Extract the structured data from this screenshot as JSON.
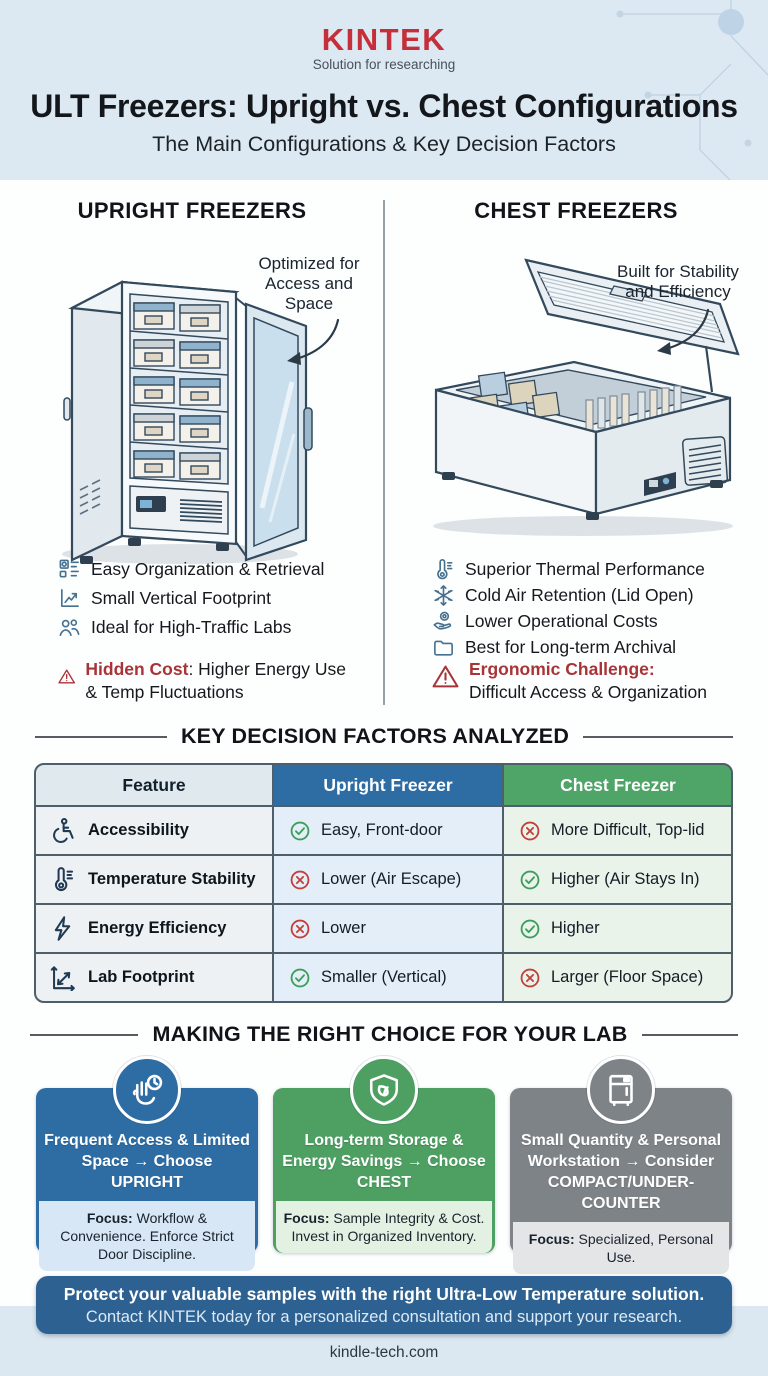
{
  "header": {
    "logo": "KINTEK",
    "tagline": "Solution for researching",
    "title": "ULT Freezers: Upright vs. Chest Configurations",
    "subtitle": "The Main Configurations & Key Decision Factors"
  },
  "upright": {
    "heading": "UPRIGHT FREEZERS",
    "annotation": "Optimized for Access and Space",
    "features": [
      {
        "icon": "organization-icon",
        "label": "Easy Organization & Retrieval"
      },
      {
        "icon": "footprint-chart-icon",
        "label": "Small Vertical Footprint"
      },
      {
        "icon": "people-icon",
        "label": "Ideal for High-Traffic Labs"
      }
    ],
    "warning_label": "Hidden Cost",
    "warning_text": ": Higher Energy Use & Temp Fluctuations"
  },
  "chest": {
    "heading": "CHEST FREEZERS",
    "annotation": "Built for Stability and Efficiency",
    "features": [
      {
        "icon": "thermometer-icon",
        "label": "Superior Thermal Performance"
      },
      {
        "icon": "snowflake-icon",
        "label": "Cold Air Retention (Lid Open)"
      },
      {
        "icon": "hand-coin-icon",
        "label": "Lower Operational Costs"
      },
      {
        "icon": "folder-icon",
        "label": "Best for Long-term Archival"
      }
    ],
    "warning_label": "Ergonomic Challenge:",
    "warning_text": "Difficult Access & Organization"
  },
  "table": {
    "heading": "KEY DECISION FACTORS ANALYZED",
    "columns": [
      "Feature",
      "Upright Freezer",
      "Chest Freezer"
    ],
    "header_colors": {
      "upright": "#2e6da4",
      "chest": "#4fa467"
    },
    "rows": [
      {
        "icon": "wheelchair-icon",
        "feature": "Accessibility",
        "upright": {
          "status": "good",
          "text": "Easy, Front-door"
        },
        "chest": {
          "status": "bad",
          "text": "More Difficult, Top-lid"
        }
      },
      {
        "icon": "thermometer-icon",
        "feature": "Temperature Stability",
        "upright": {
          "status": "bad",
          "text": "Lower (Air Escape)"
        },
        "chest": {
          "status": "good",
          "text": "Higher (Air Stays In)"
        }
      },
      {
        "icon": "lightning-icon",
        "feature": "Energy Efficiency",
        "upright": {
          "status": "bad",
          "text": "Lower"
        },
        "chest": {
          "status": "good",
          "text": "Higher"
        }
      },
      {
        "icon": "axes-arrows-icon",
        "feature": "Lab Footprint",
        "upright": {
          "status": "good",
          "text": "Smaller (Vertical)"
        },
        "chest": {
          "status": "bad",
          "text": "Larger (Floor Space)"
        }
      }
    ]
  },
  "choice": {
    "heading": "MAKING THE RIGHT CHOICE FOR YOUR LAB",
    "cards": [
      {
        "icon": "hand-clock-icon",
        "color": "#2e6da4",
        "footer_bg": "#d7e7f5",
        "title": "Frequent Access & Limited Space → Choose UPRIGHT",
        "focus_label": "Focus:",
        "focus_text": " Workflow & Convenience. Enforce Strict Door Discipline."
      },
      {
        "icon": "shield-leaf-icon",
        "color": "#4d9f62",
        "footer_bg": "#e3f1e3",
        "title": "Long-term Storage & Energy Savings → Choose CHEST",
        "focus_label": "Focus:",
        "focus_text": " Sample Integrity & Cost. Invest in Organized Inventory."
      },
      {
        "icon": "compact-freezer-icon",
        "color": "#7e8387",
        "footer_bg": "#e4e5e6",
        "title": "Small Quantity & Personal Workstation → Consider COMPACT/UNDER-COUNTER",
        "focus_label": "Focus:",
        "focus_text": " Specialized, Personal Use."
      }
    ]
  },
  "cta": {
    "line1": "Protect your valuable samples with the right Ultra-Low Temperature solution.",
    "line2": "Contact KINTEK today for a personalized consultation and support your research."
  },
  "footer": {
    "website": "kindle-tech.com"
  },
  "status_colors": {
    "good": "#3d9e5b",
    "bad": "#c2403a"
  },
  "warning_color": "#a93438"
}
